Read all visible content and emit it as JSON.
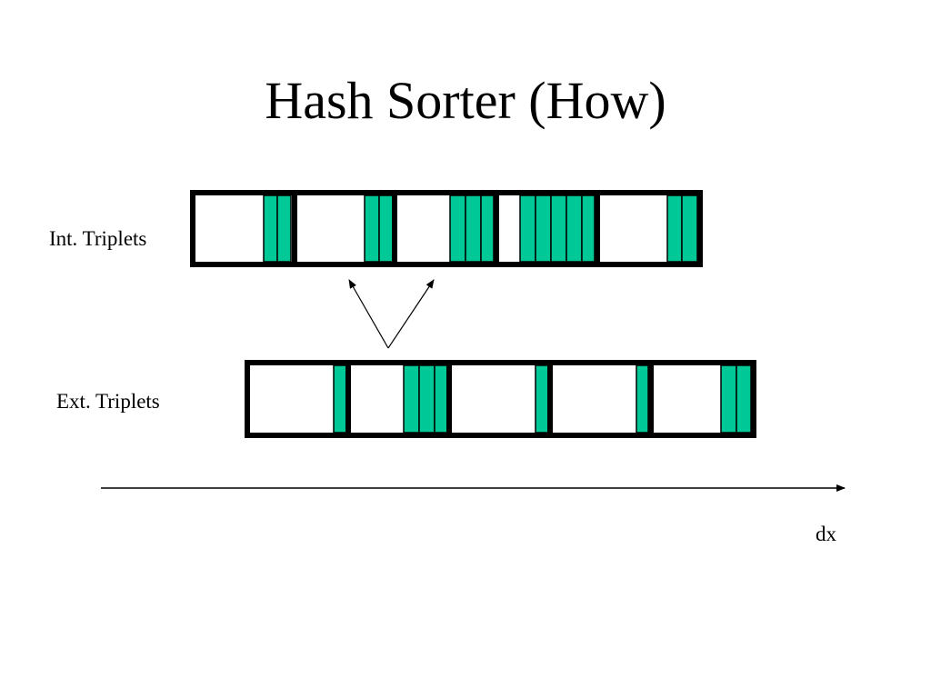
{
  "slide": {
    "title": "Hash Sorter (How)"
  },
  "rows": {
    "internal_label": "Int. Triplets",
    "external_label": "Ext. Triplets"
  },
  "axis": {
    "label": "dx"
  },
  "colors": {
    "triplet_fill": "#00C896",
    "outline": "#000000",
    "background": "#FFFFFF"
  }
}
